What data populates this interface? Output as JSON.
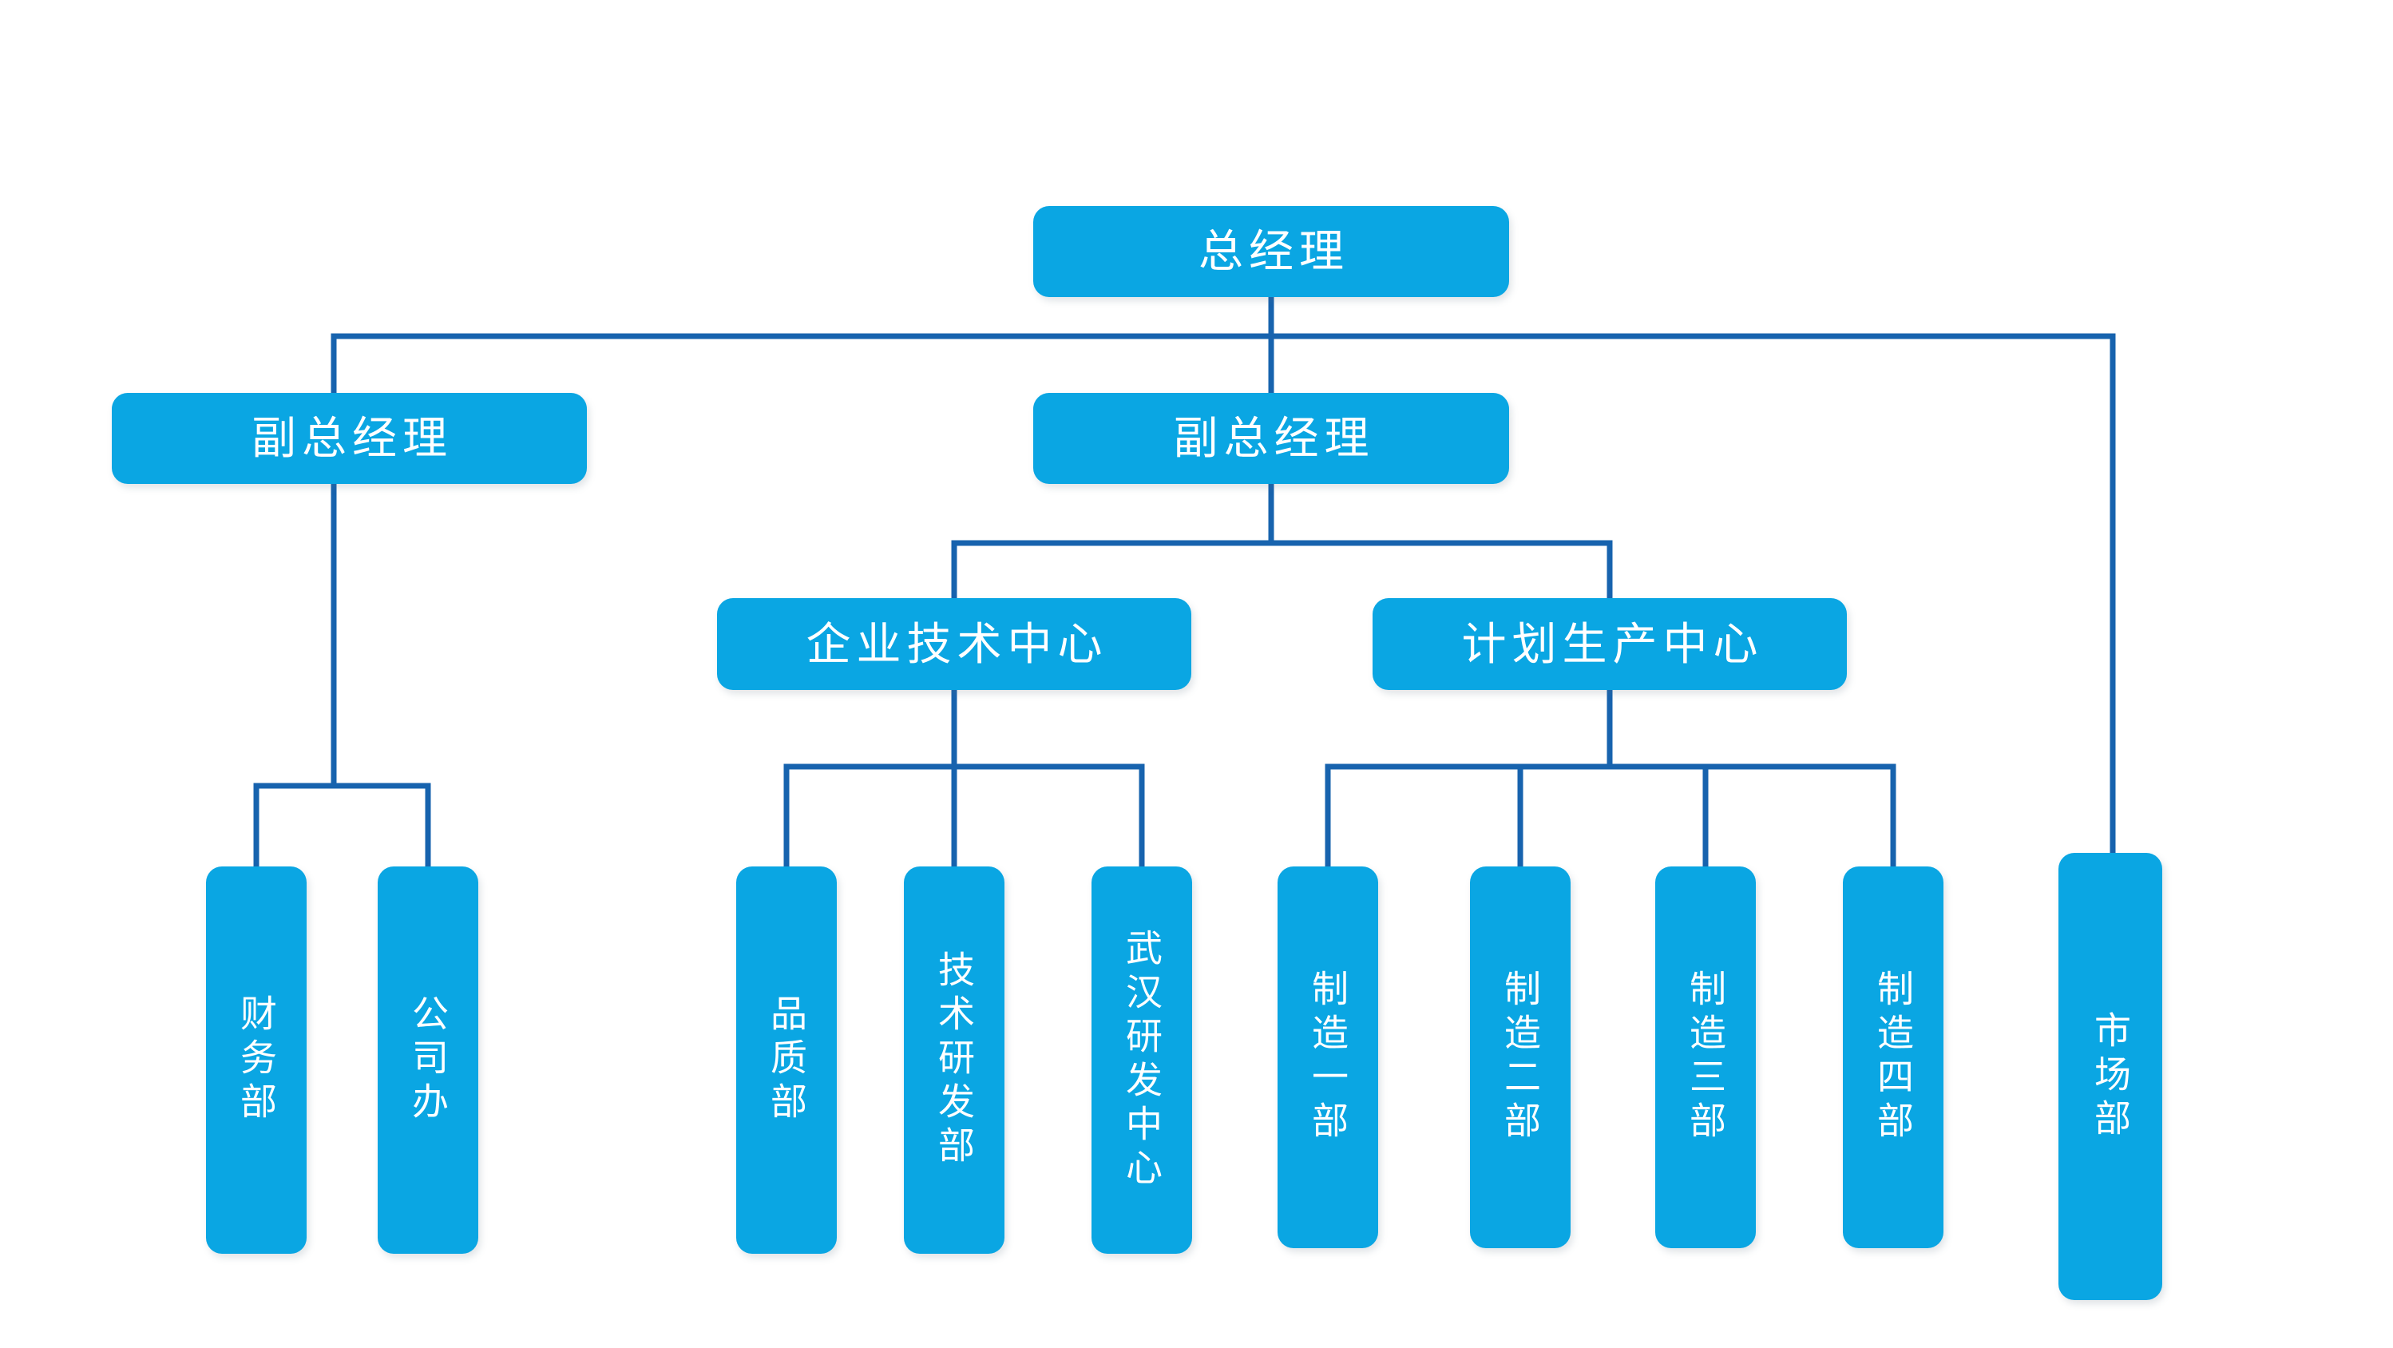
{
  "palette": {
    "background": "#ffffff",
    "box_fill": "#0aa6e3",
    "box_text": "#ffffff",
    "connector": "#1763ae"
  },
  "org": {
    "root": {
      "label": "总经理"
    },
    "deputy_left": {
      "label": "副总经理"
    },
    "deputy_center": {
      "label": "副总经理"
    },
    "tech_center": {
      "label": "企业技术中心"
    },
    "planning_center": {
      "label": "计划生产中心"
    },
    "finance": {
      "label": "财务部"
    },
    "company_office": {
      "label": "公司办"
    },
    "quality": {
      "label": "品质部"
    },
    "tech_rd": {
      "label": "技术研发部"
    },
    "wuhan_rd": {
      "label": "武汉研发中心"
    },
    "mfg1": {
      "label": "制造一部"
    },
    "mfg2": {
      "label": "制造二部"
    },
    "mfg3": {
      "label": "制造三部"
    },
    "mfg4": {
      "label": "制造四部"
    },
    "marketing": {
      "label": "市场部"
    }
  },
  "hierarchy": [
    {
      "parent": "总经理",
      "children": [
        "副总经理 (左)",
        "副总经理 (中)",
        "市场部"
      ]
    },
    {
      "parent": "副总经理 (左)",
      "children": [
        "财务部",
        "公司办"
      ]
    },
    {
      "parent": "副总经理 (中)",
      "children": [
        "企业技术中心",
        "计划生产中心"
      ]
    },
    {
      "parent": "企业技术中心",
      "children": [
        "品质部",
        "技术研发部",
        "武汉研发中心"
      ]
    },
    {
      "parent": "计划生产中心",
      "children": [
        "制造一部",
        "制造二部",
        "制造三部",
        "制造四部"
      ]
    }
  ]
}
